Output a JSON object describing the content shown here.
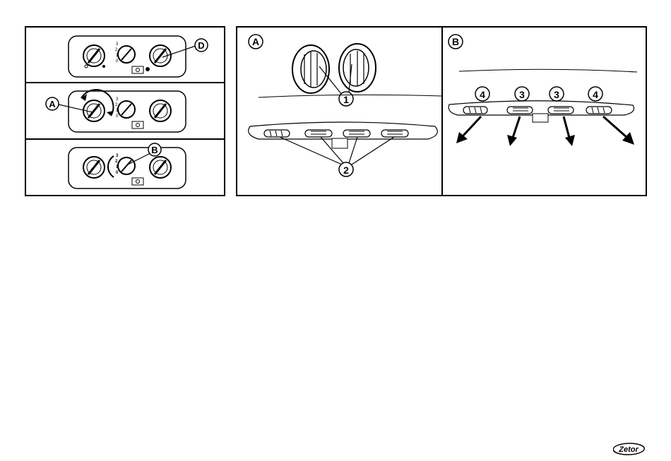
{
  "left_figure": {
    "control_panels": [
      {
        "callout": "D",
        "scale_labels": [
          "3",
          "2",
          "1",
          "0"
        ]
      },
      {
        "callout": "A",
        "scale_labels": [
          "3",
          "2",
          "1",
          "0"
        ]
      },
      {
        "callout": "B",
        "scale_labels": [
          "3",
          "2",
          "1",
          "0"
        ]
      }
    ]
  },
  "right_figure": {
    "view_a": {
      "label": "A",
      "callouts": [
        "1",
        "2"
      ]
    },
    "view_b": {
      "label": "B",
      "callouts": [
        "4",
        "3",
        "3",
        "4"
      ]
    }
  },
  "logo": {
    "text": "Zetor"
  }
}
